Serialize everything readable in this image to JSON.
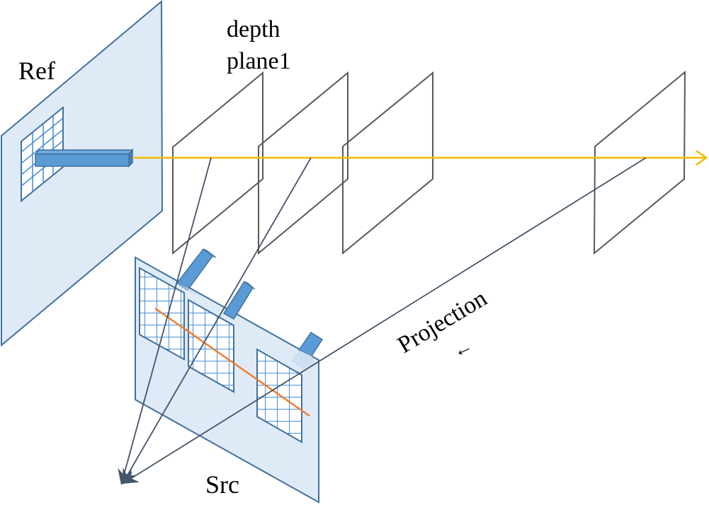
{
  "diagram": {
    "type": "plane-sweep-stereo",
    "labels": {
      "ref": "Ref",
      "depth_plane": "depth",
      "depth_plane_line2": "plane1",
      "src": "Src",
      "projection": "Projection",
      "projection_arrow": "←"
    },
    "colors": {
      "image_plane_fill": "#dfeaf7",
      "image_plane_stroke": "#41719c",
      "grid_stroke": "#4a90d9",
      "camera_fill": "#5b9bd5",
      "camera_stroke": "#41719c",
      "ray": "#f5b800",
      "epipolar_line": "#ed7d31",
      "depth_plane_stroke": "#595959",
      "projection_line": "#44546a"
    },
    "depth_plane_count": 4,
    "src_patch_count": 3
  }
}
